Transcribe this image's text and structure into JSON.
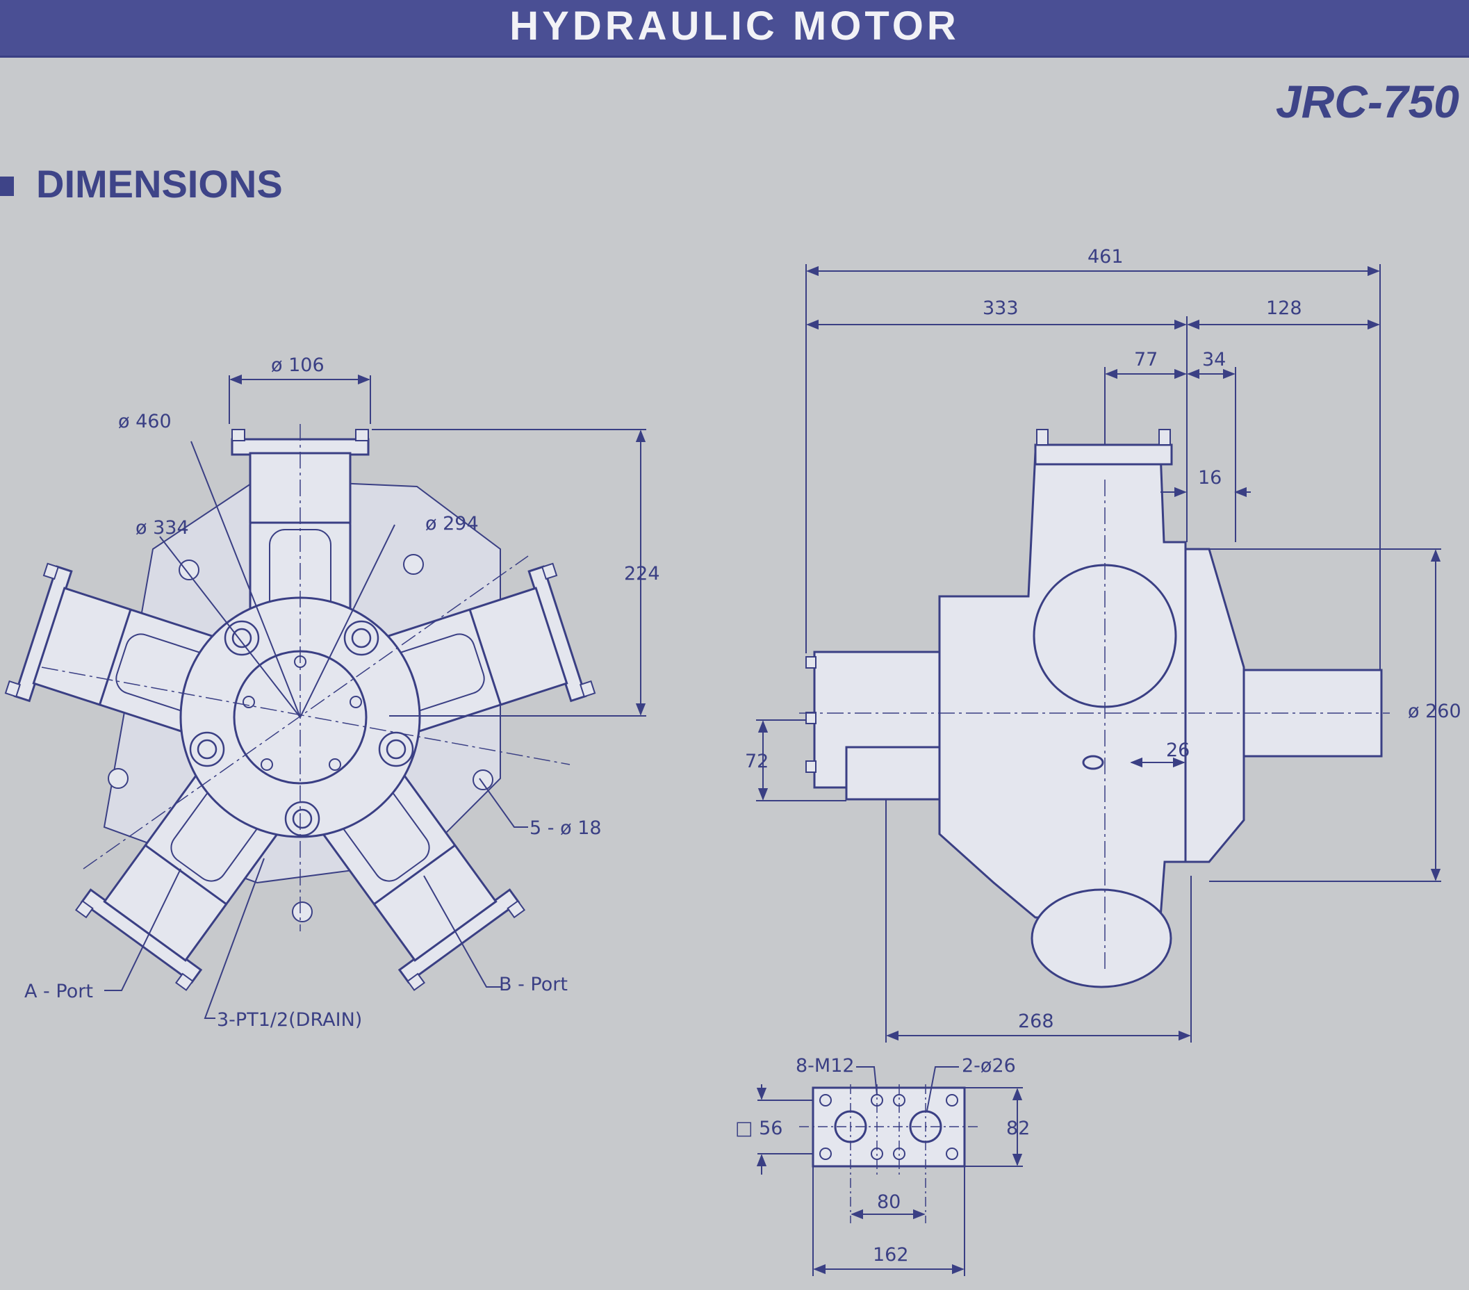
{
  "header": {
    "title": "HYDRAULIC  MOTOR"
  },
  "model": "JRC-750",
  "section": {
    "title": "DIMENSIONS"
  },
  "front_view": {
    "dim_pilot": "ø 106",
    "dim_outer": "ø 460",
    "dim_pcd_334": "ø 334",
    "dim_pcd_294": "ø 294",
    "dim_height": "224",
    "mount_holes": "5 - ø 18",
    "port_a": "A - Port",
    "port_b": "B - Port",
    "drain": "3-PT1/2(DRAIN)"
  },
  "side_view": {
    "overall_length": "461",
    "body_length": "333",
    "shaft_length": "128",
    "d77": "77",
    "d34": "34",
    "d16": "16",
    "pilot_dia": "ø 260",
    "d26": "26",
    "d72": "72",
    "d268": "268"
  },
  "port_flange": {
    "bolts": "8-M12",
    "holes": "2-ø26",
    "square": "□ 56",
    "height": "82",
    "spacing": "80",
    "width": "162"
  },
  "colors": {
    "banner": "#4a4f94",
    "ink": "#3e4488",
    "paper": "#c7c9cc",
    "part": "#e4e6ee"
  }
}
